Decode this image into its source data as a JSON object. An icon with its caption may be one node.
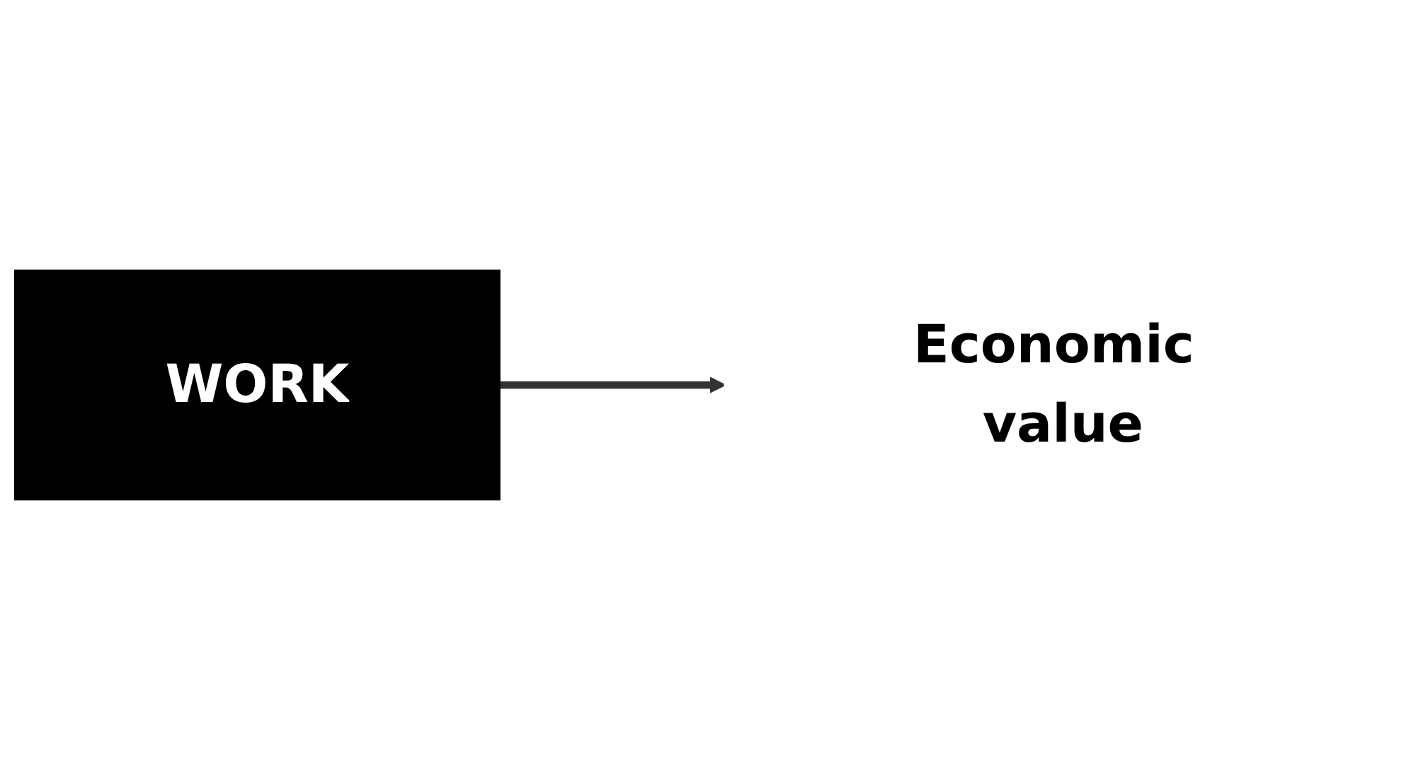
{
  "diagram": {
    "nodes": [
      {
        "text": [
          "WORK"
        ]
      },
      {
        "text": [
          "Economic value"
        ]
      }
    ],
    "edges": [
      {
        "from": 0,
        "to": 1,
        "arrow": "to"
      }
    ]
  }
}
